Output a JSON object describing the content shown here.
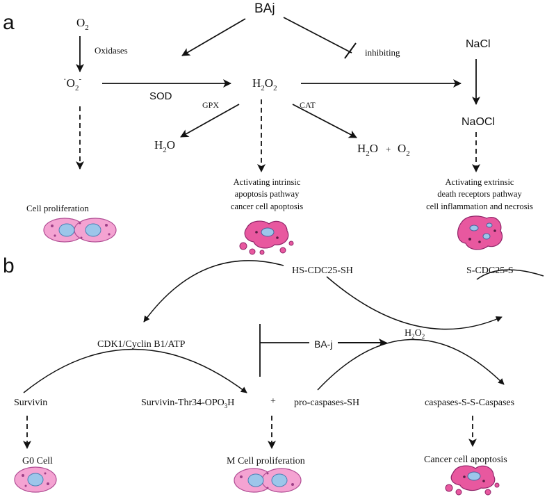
{
  "panel_a": {
    "letter": "a",
    "baj": "BAj",
    "o2_main": "O",
    "o2_sub": "2",
    "oxidases": "Oxidases",
    "superoxide_dot": "·",
    "superoxide_main": "O",
    "superoxide_sub": "2",
    "superoxide_sup": "-",
    "sod": "SOD",
    "h2o2_h": "H",
    "h2o2_s1": "2",
    "h2o2_o": "O",
    "h2o2_s2": "2",
    "gpx": "GPX",
    "cat": "CAT",
    "inhibiting": "inhibiting",
    "nacl": "NaCl",
    "naocl": "NaOCl",
    "h2o_left_h": "H",
    "h2o_left_sub": "2",
    "h2o_left_o": "O",
    "h2o_right_h": "H",
    "h2o_right_sub": "2",
    "h2o_right_o": "O",
    "plus": "+",
    "o2_right_main": "O",
    "o2_right_sub": "2",
    "cell_proliferation": "Cell proliferation",
    "intrinsic_line1": "Activating intrinsic",
    "intrinsic_line2": "apoptosis pathway",
    "intrinsic_line3": "cancer cell apoptosis",
    "extrinsic_line1": "Activating extrinsic",
    "extrinsic_line2": "death receptors pathway",
    "extrinsic_line3": "cell  inflammation and necrosis"
  },
  "panel_b": {
    "letter": "b",
    "hs_cdc25_sh": "HS-CDC25-SH",
    "s_cdc25_s": "S-CDC25-S",
    "cdk1": "CDK1/Cyclin B1/ATP",
    "ba_j": "BA-j",
    "h2o2_h": "H",
    "h2o2_s1": "2",
    "h2o2_o": "O",
    "h2o2_s2": "2",
    "survivin": "Survivin",
    "survivin_p_main": "Survivin-Thr34-OPO",
    "survivin_p_sub": "3",
    "survivin_p_end": "H",
    "plus": "+",
    "pro_caspases": "pro-caspases-SH",
    "caspases": "caspases-S-S-Caspases",
    "g0_cell": "G0 Cell",
    "m_cell": "M Cell proliferation",
    "cancer_apoptosis": "Cancer cell apoptosis"
  },
  "colors": {
    "line": "#111111",
    "normal_cell_fill": "#f4a3d2",
    "normal_cell_edge": "#b04c93",
    "nucleus": "#9cc6ea",
    "apoptotic_cell_fill": "#e8589f",
    "apoptotic_cell_edge": "#8f2468"
  }
}
